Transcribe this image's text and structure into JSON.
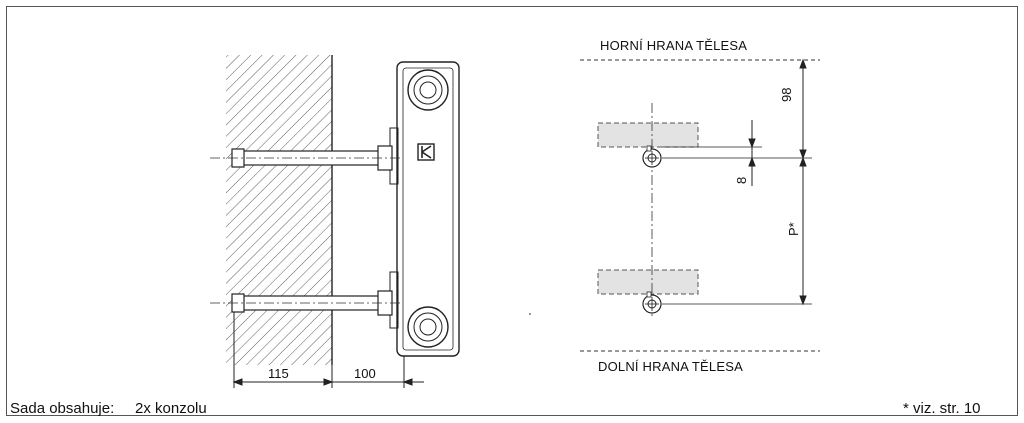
{
  "labels": {
    "top_edge": "HORNÍ HRANA TĚLESA",
    "bottom_edge": "DOLNÍ HRANA TĚLESA"
  },
  "dimensions": {
    "wall_depth": "115",
    "offset": "100",
    "top_distance": "98",
    "small_offset": "8",
    "spacing": "P*"
  },
  "footer": {
    "contents_label": "Sada obsahuje:",
    "contents_value": "2x  konzolu",
    "note": "* viz. str. 10"
  },
  "colors": {
    "line": "#222222",
    "bracket_fill": "#e3e3e3"
  }
}
